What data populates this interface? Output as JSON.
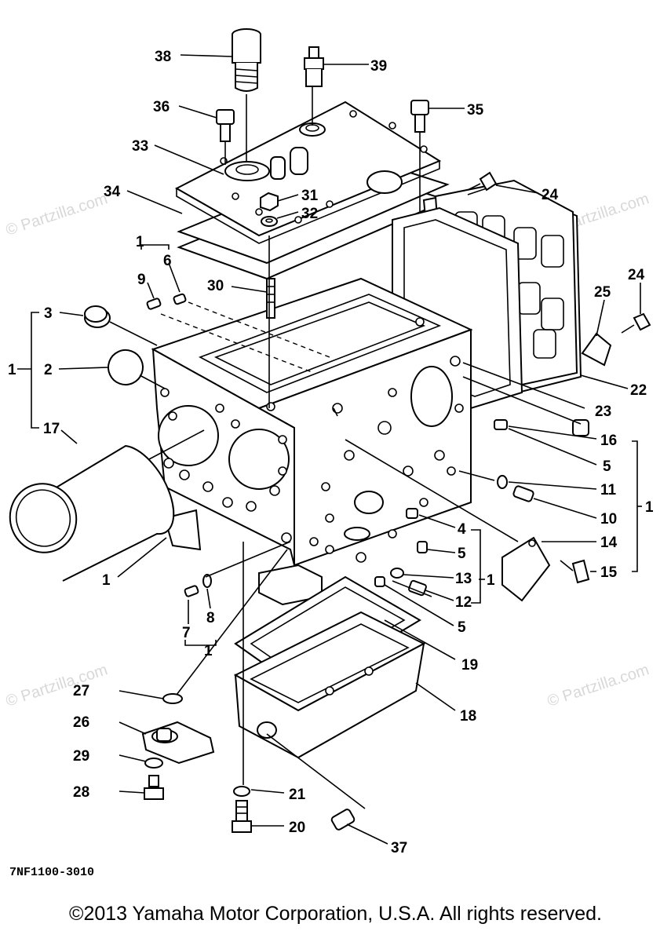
{
  "diagram": {
    "callouts": [
      {
        "id": "38",
        "text": "38"
      },
      {
        "id": "39",
        "text": "39"
      },
      {
        "id": "36",
        "text": "36"
      },
      {
        "id": "35",
        "text": "35"
      },
      {
        "id": "33",
        "text": "33"
      },
      {
        "id": "34",
        "text": "34"
      },
      {
        "id": "31",
        "text": "31"
      },
      {
        "id": "32",
        "text": "32"
      },
      {
        "id": "24a",
        "text": "24"
      },
      {
        "id": "24b",
        "text": "24"
      },
      {
        "id": "25",
        "text": "25"
      },
      {
        "id": "22",
        "text": "22"
      },
      {
        "id": "23",
        "text": "23"
      },
      {
        "id": "30",
        "text": "30"
      },
      {
        "id": "6",
        "text": "6"
      },
      {
        "id": "9",
        "text": "9"
      },
      {
        "id": "1a",
        "text": "1"
      },
      {
        "id": "3",
        "text": "3"
      },
      {
        "id": "2",
        "text": "2"
      },
      {
        "id": "1b",
        "text": "1"
      },
      {
        "id": "17",
        "text": "17"
      },
      {
        "id": "16",
        "text": "16"
      },
      {
        "id": "5a",
        "text": "5"
      },
      {
        "id": "11",
        "text": "11"
      },
      {
        "id": "10",
        "text": "10"
      },
      {
        "id": "1c",
        "text": "1"
      },
      {
        "id": "4",
        "text": "4"
      },
      {
        "id": "5b",
        "text": "5"
      },
      {
        "id": "14",
        "text": "14"
      },
      {
        "id": "15",
        "text": "15"
      },
      {
        "id": "13",
        "text": "13"
      },
      {
        "id": "1d",
        "text": "1"
      },
      {
        "id": "12",
        "text": "12"
      },
      {
        "id": "5c",
        "text": "5"
      },
      {
        "id": "1e",
        "text": "1"
      },
      {
        "id": "7",
        "text": "7"
      },
      {
        "id": "8",
        "text": "8"
      },
      {
        "id": "1f",
        "text": "1"
      },
      {
        "id": "19",
        "text": "19"
      },
      {
        "id": "18",
        "text": "18"
      },
      {
        "id": "27",
        "text": "27"
      },
      {
        "id": "26",
        "text": "26"
      },
      {
        "id": "29",
        "text": "29"
      },
      {
        "id": "28",
        "text": "28"
      },
      {
        "id": "21",
        "text": "21"
      },
      {
        "id": "20",
        "text": "20"
      },
      {
        "id": "37",
        "text": "37"
      }
    ],
    "diagram_code": "7NF1100-3010",
    "watermark": "© Partzilla.com",
    "copyright": "©2013 Yamaha Motor Corporation, U.S.A. All rights reserved."
  }
}
